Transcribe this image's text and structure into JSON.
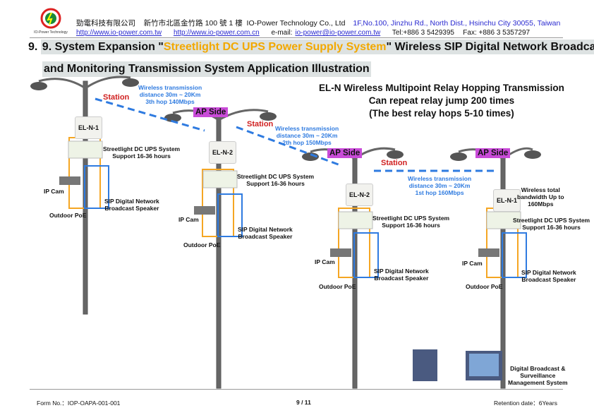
{
  "header": {
    "logo_text": "勁電科技 IO-Power Technology",
    "company_zh": "勁電科技有限公司",
    "address_zh": "新竹市北區金竹路 100 號 1 樓",
    "company_en": "IO-Power Technology Co., Ltd",
    "address_en": "1F,No.100, Jinzhu Rd., North Dist., Hsinchu City 30055, Taiwan",
    "url_tw": "http://www.io-power.com.tw",
    "url_cn": "http://www.io-power.com.cn",
    "email_label": "e-mail:",
    "email": "io-power@io-power.com.tw",
    "tel": "Tel:+886 3 5429395",
    "fax": "Fax: +886 3 5357297"
  },
  "title": {
    "prefix": "9. System Expansion \"",
    "highlight": "Streetlight DC UPS Power Supply System",
    "suffix": "\" Wireless SIP Digital Network Broadcast",
    "line2": "and Monitoring Transmission System Application Illustration"
  },
  "headline": {
    "l1": "EL-N Wireless Multipoint Relay Hopping Transmission",
    "l2": "Can repeat relay jump 200 times",
    "l3": "(The best relay hops 5-10 times)"
  },
  "labels": {
    "station": "Station",
    "ap_side": "AP Side",
    "ups1": "Streetlight DC UPS System",
    "ups2": "Support 16-36 hours",
    "ipcam": "IP Cam",
    "spk1": "SIP Digital Network",
    "spk2": "Broadcast Speaker",
    "poe": "Outdoor PoE",
    "el_n1": "EL-N-1",
    "el_n2": "EL-N-2"
  },
  "links": [
    {
      "l1": "Wireless transmission",
      "l2": "distance 30m ~ 20Km",
      "l3": "3th hop 140Mbps"
    },
    {
      "l1": "Wireless transmission",
      "l2": "distance 30m ~ 20Km",
      "l3": "2th hop 150Mbps"
    },
    {
      "l1": "Wireless transmission",
      "l2": "distance 30m ~ 20Km",
      "l3": "1st hop 160Mbps"
    }
  ],
  "bandwidth": {
    "l1": "Wireless total",
    "l2": "bandwidth Up to",
    "l3": "160Mbps"
  },
  "mgmt": {
    "l1": "Digital Broadcast &",
    "l2": "Surveillance",
    "l3": "Management System"
  },
  "footer": {
    "form": "Form No.：IOP-OAPA-001-001",
    "page": "9 / 11",
    "retention": "Retention date：6Years"
  }
}
